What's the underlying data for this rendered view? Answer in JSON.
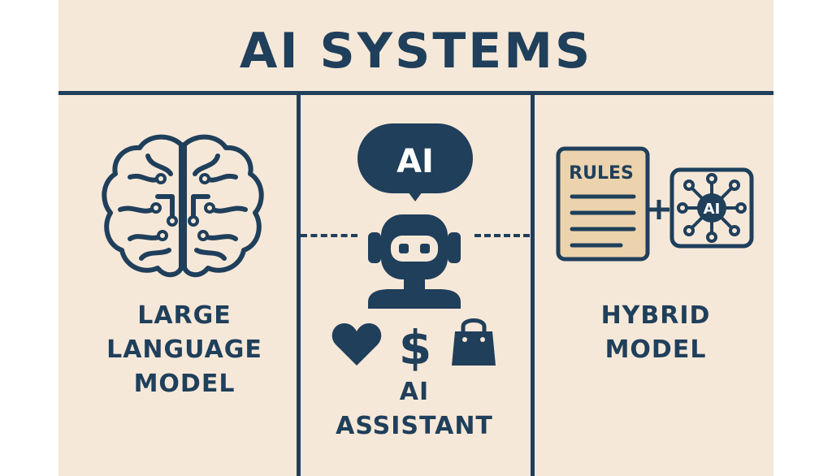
{
  "title": "AI SYSTEMS",
  "columns": [
    {
      "label_lines": [
        "LARGE",
        "LANGUAGE",
        "MODEL"
      ],
      "icon": "brain-circuit-icon"
    },
    {
      "label_lines": [
        "AI",
        "ASSISTANT"
      ],
      "icon": "robot-icon",
      "bubble_text": "AI",
      "symbols": [
        "heart-icon",
        "dollar-icon",
        "shopping-bag-icon"
      ],
      "dollar_text": "$"
    },
    {
      "label_lines": [
        "HYBRID",
        "MODEL"
      ],
      "icon": "rules-document-icon",
      "rules_text": "RULES",
      "network_text": "AI"
    }
  ],
  "colors": {
    "navy": "#1f3f5b",
    "background": "#f6e8d8",
    "rules_fill": "#ecd3ad"
  }
}
